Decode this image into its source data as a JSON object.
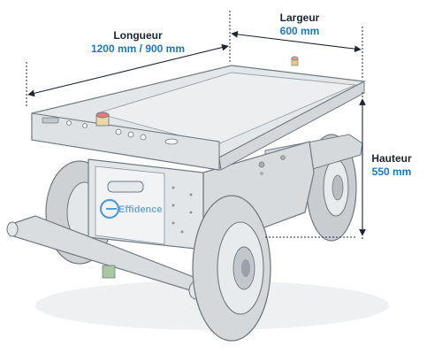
{
  "dimensions": {
    "longueur": {
      "label": "Longueur",
      "value": "1200 mm / 900 mm"
    },
    "largeur": {
      "label": "Largeur",
      "value": "600 mm"
    },
    "hauteur": {
      "label": "Hauteur",
      "value": "550 mm"
    }
  },
  "branding": {
    "logo_text": "Effidence"
  },
  "colors": {
    "accent_blue": "#1a78c2",
    "label_dark": "#1c2533",
    "robot_body": "#dfe3e6",
    "robot_outline": "#707a82",
    "tire": "#d4d8db"
  }
}
